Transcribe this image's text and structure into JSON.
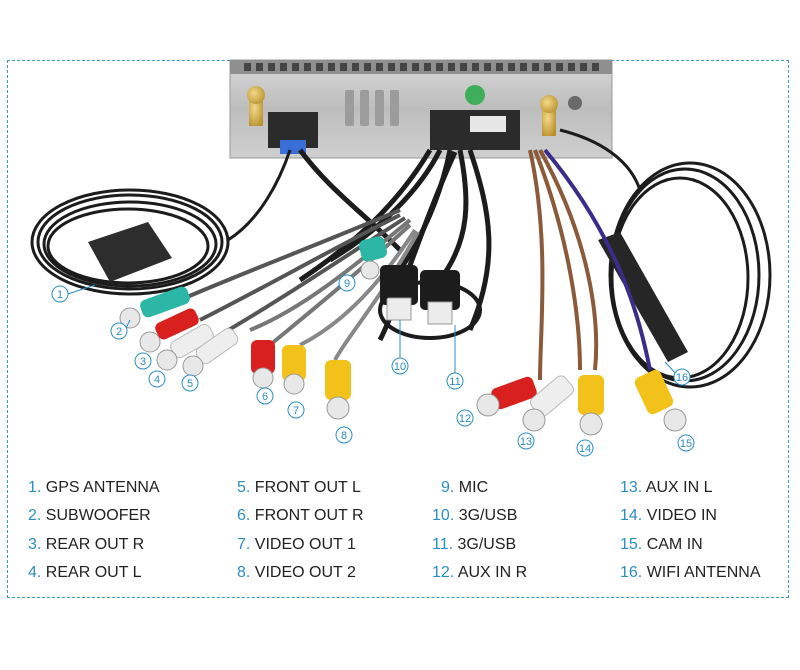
{
  "callouts": [
    "1",
    "2",
    "3",
    "4",
    "5",
    "6",
    "7",
    "8",
    "9",
    "10",
    "11",
    "12",
    "13",
    "14",
    "15",
    "16"
  ],
  "legend": [
    {
      "num": "1.",
      "label": "GPS ANTENNA"
    },
    {
      "num": "2.",
      "label": "SUBWOOFER"
    },
    {
      "num": "3.",
      "label": "REAR OUT R"
    },
    {
      "num": "4.",
      "label": "REAR OUT L"
    },
    {
      "num": "5.",
      "label": "FRONT OUT L"
    },
    {
      "num": "6.",
      "label": "FRONT OUT R"
    },
    {
      "num": "7.",
      "label": "VIDEO OUT 1"
    },
    {
      "num": "8.",
      "label": "VIDEO OUT 2"
    },
    {
      "num": "9.",
      "label": "MIC"
    },
    {
      "num": "10.",
      "label": "3G/USB"
    },
    {
      "num": "11.",
      "label": "3G/USB"
    },
    {
      "num": "12.",
      "label": "AUX IN R"
    },
    {
      "num": "13.",
      "label": "AUX IN L"
    },
    {
      "num": "14.",
      "label": "VIDEO IN"
    },
    {
      "num": "15.",
      "label": "CAM IN"
    },
    {
      "num": "16.",
      "label": "WIFI ANTENNA"
    }
  ],
  "colors": {
    "accent": "#2b8fc4",
    "cable": "#1c1c1c",
    "rca_red": "#d8201e",
    "rca_white": "#eeeeee",
    "rca_yellow": "#f2c21a",
    "rca_teal": "#2bb6a6",
    "brown_wire": "#8a5a3a"
  },
  "icons": [
    "gps-antenna-icon",
    "wifi-antenna-icon",
    "usb-connector-icon",
    "rca-plug-icon",
    "head-unit-icon"
  ]
}
